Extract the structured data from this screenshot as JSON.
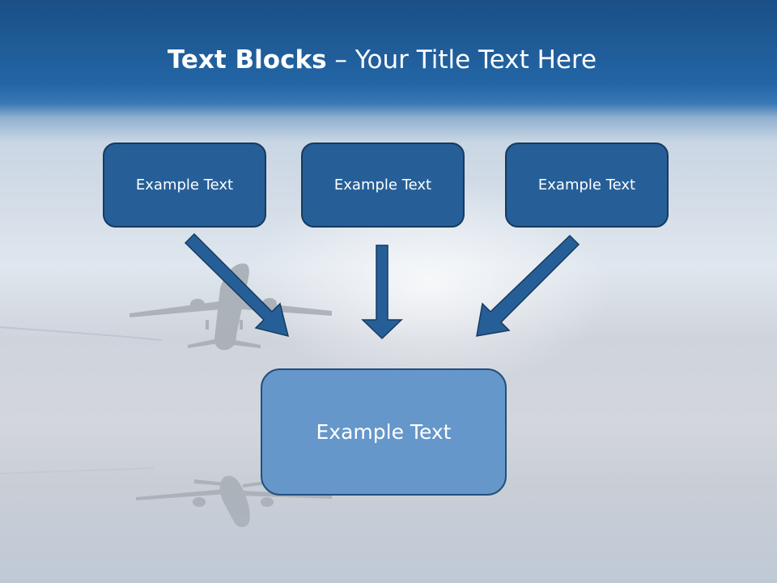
{
  "slide": {
    "title_bold": "Text Blocks",
    "title_dash": " – ",
    "title_rest": "Your Title Text Here"
  },
  "blocks": [
    {
      "label": "Example Text"
    },
    {
      "label": "Example Text"
    },
    {
      "label": "Example Text"
    }
  ],
  "target_block": {
    "label": "Example Text"
  },
  "colors": {
    "box_fill": "#265f98",
    "box_border": "#173a5e",
    "target_fill": "#6597ca",
    "arrow_fill": "#265f98",
    "header_blue": "#2366a6"
  },
  "icons": [
    "airplane-silhouette",
    "airplane-reflection",
    "arrow-down-right",
    "arrow-down",
    "arrow-down-left"
  ]
}
